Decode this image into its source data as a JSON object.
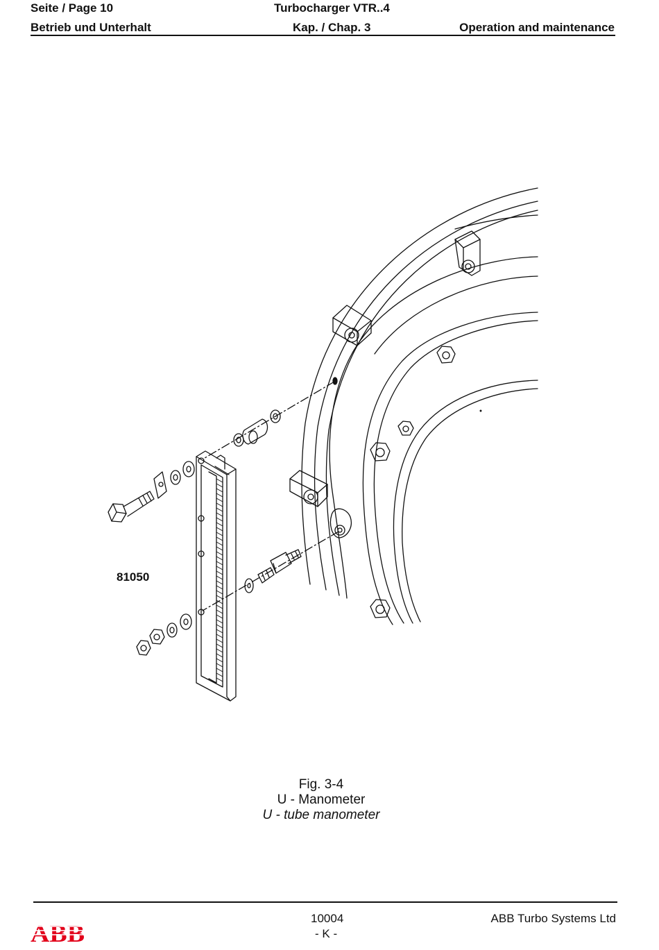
{
  "header": {
    "page_label": "Seite / Page  10",
    "product": "Turbocharger VTR..4",
    "section_de": "Betrieb und Unterhalt",
    "chapter": "Kap. / Chap. 3",
    "section_en": "Operation and maintenance"
  },
  "figure": {
    "reference_number": "81050",
    "caption_number": "Fig. 3-4",
    "caption_de": "U - Manometer",
    "caption_en": "U - tube manometer"
  },
  "footer": {
    "doc_number": "10004",
    "revision": "- K -",
    "company": "ABB Turbo Systems Ltd",
    "logo_text": "ABB"
  },
  "colors": {
    "ink": "#111111",
    "logo_red": "#e2001a"
  }
}
